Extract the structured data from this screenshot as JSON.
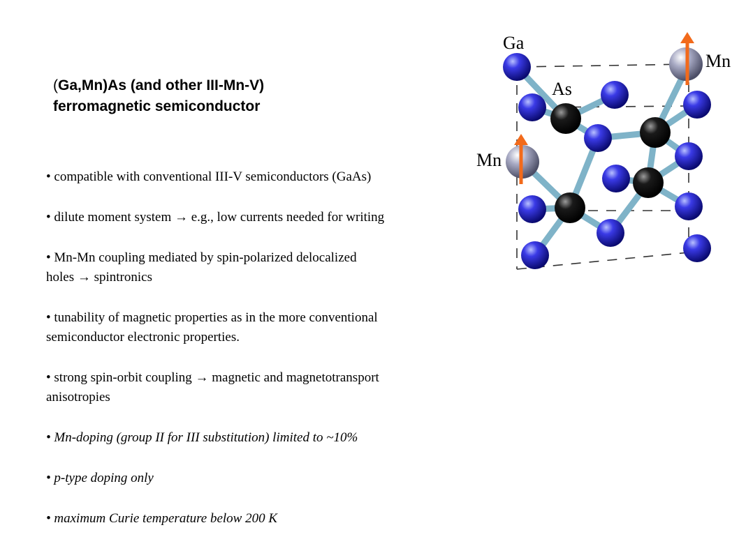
{
  "slide": {
    "title_open_paren": "(",
    "title_line1_rest": "Ga,Mn)As (and other III-Mn-V)",
    "title_line2": "ferromagnetic semiconductor"
  },
  "bullets": [
    {
      "text": "• compatible with conventional III-V semiconductors (GaAs)",
      "italic": false
    },
    {
      "text": "• dilute moment system → e.g., low currents needed for writing",
      "italic": false
    },
    {
      "text": "• Mn-Mn coupling mediated by spin-polarized delocalized\nholes → spintronics",
      "italic": false
    },
    {
      "text": "• tunability of magnetic properties as in the more conventional\nsemiconductor electronic properties.",
      "italic": false
    },
    {
      "text": "• strong spin-orbit coupling → magnetic and magnetotransport\nanisotropies",
      "italic": false
    },
    {
      "text": "• Mn-doping (group II for III substitution) limited to ~10%",
      "italic": true
    },
    {
      "text": "• p-type doping only",
      "italic": true
    },
    {
      "text": "• maximum Curie temperature below 200 K",
      "italic": true
    }
  ],
  "diagram": {
    "labels": {
      "ga": "Ga",
      "as": "As",
      "mn_top": "Mn",
      "mn_left": "Mn"
    },
    "colors": {
      "ga_atom": "#1a1acc",
      "as_atom": "#111111",
      "mn_atom": "#8a8ca8",
      "bond": "#7fb3c8",
      "spin_arrow": "#f26a1b",
      "cube_edge": "#333333"
    }
  }
}
